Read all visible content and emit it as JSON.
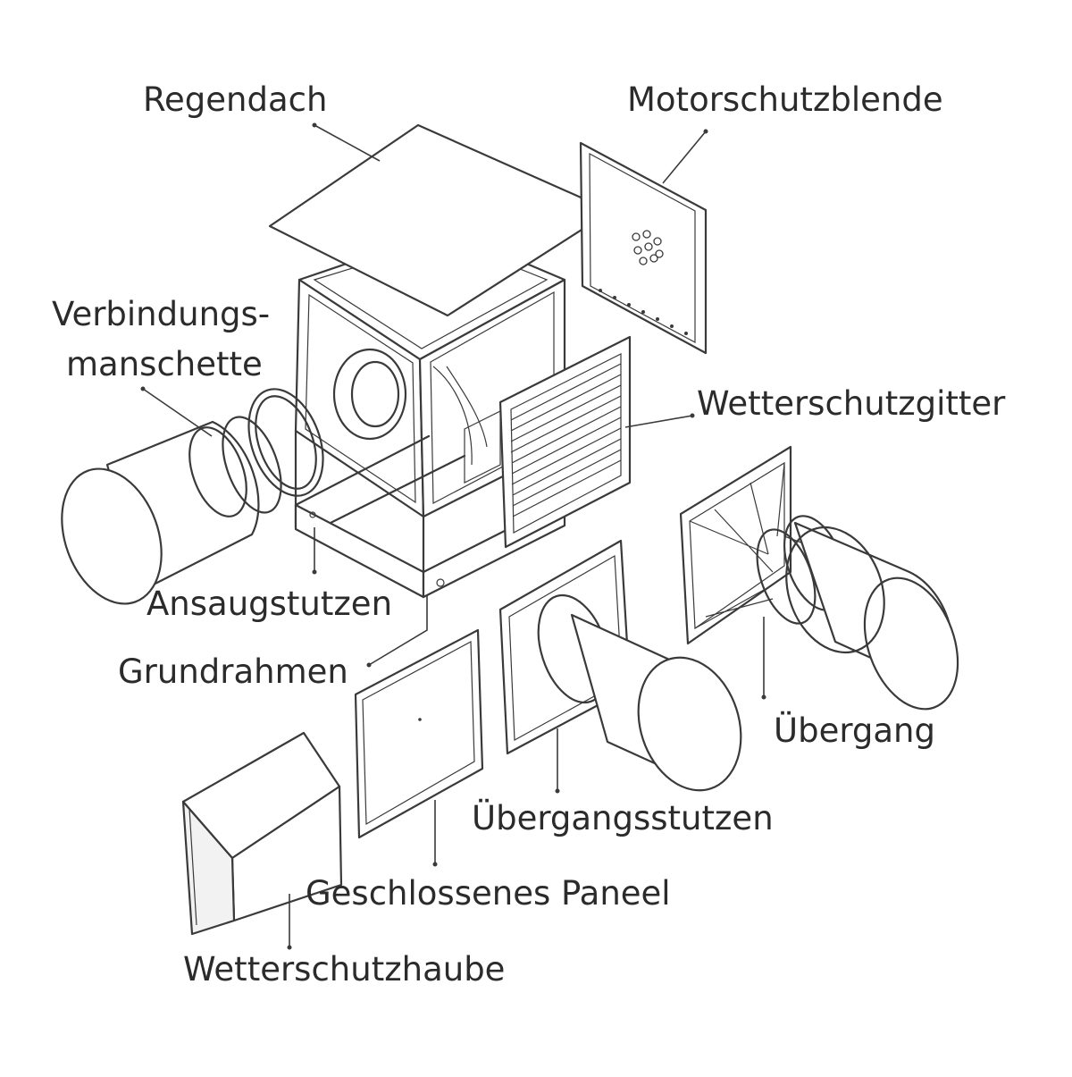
{
  "labels": {
    "regendach": "Regendach",
    "motorschutzblende": "Motorschutzblende",
    "verbindungs_1": "Verbindungs-",
    "verbindungs_2": "manschette",
    "wetterschutzgitter": "Wetterschutzgitter",
    "ansaugstutzen": "Ansaugstutzen",
    "grundrahmen": "Grundrahmen",
    "uebergang": "Übergang",
    "uebergangsstutzen": "Übergangsstutzen",
    "geschlossenes_paneel": "Geschlossenes Paneel",
    "wetterschutzhaube": "Wetterschutzhaube"
  }
}
